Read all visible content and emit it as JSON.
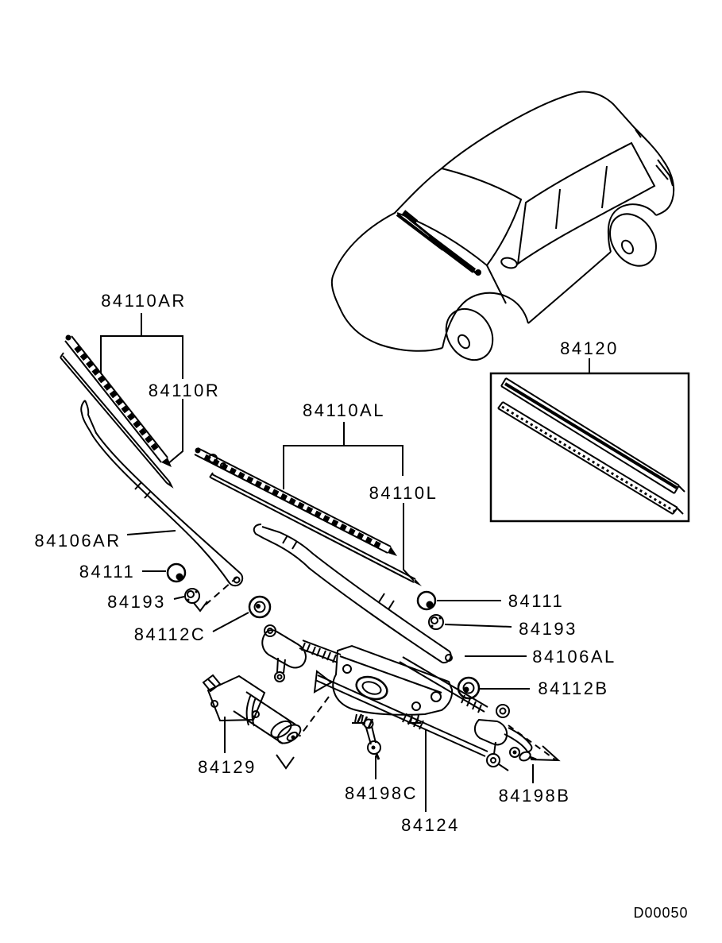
{
  "diagram": {
    "drawing_code": "D00050",
    "background": "#ffffff",
    "line_color": "#000000",
    "parts": {
      "p84110ar": "84110AR",
      "p84110r": "84110R",
      "p84110al": "84110AL",
      "p84110l": "84110L",
      "p84120": "84120",
      "p84106ar": "84106AR",
      "p84111_a": "84111",
      "p84193_a": "84193",
      "p84112c": "84112C",
      "p84111_b": "84111",
      "p84193_b": "84193",
      "p84106al": "84106AL",
      "p84112b": "84112B",
      "p84129": "84129",
      "p84198c": "84198C",
      "p84124": "84124",
      "p84198b": "84198B"
    }
  }
}
